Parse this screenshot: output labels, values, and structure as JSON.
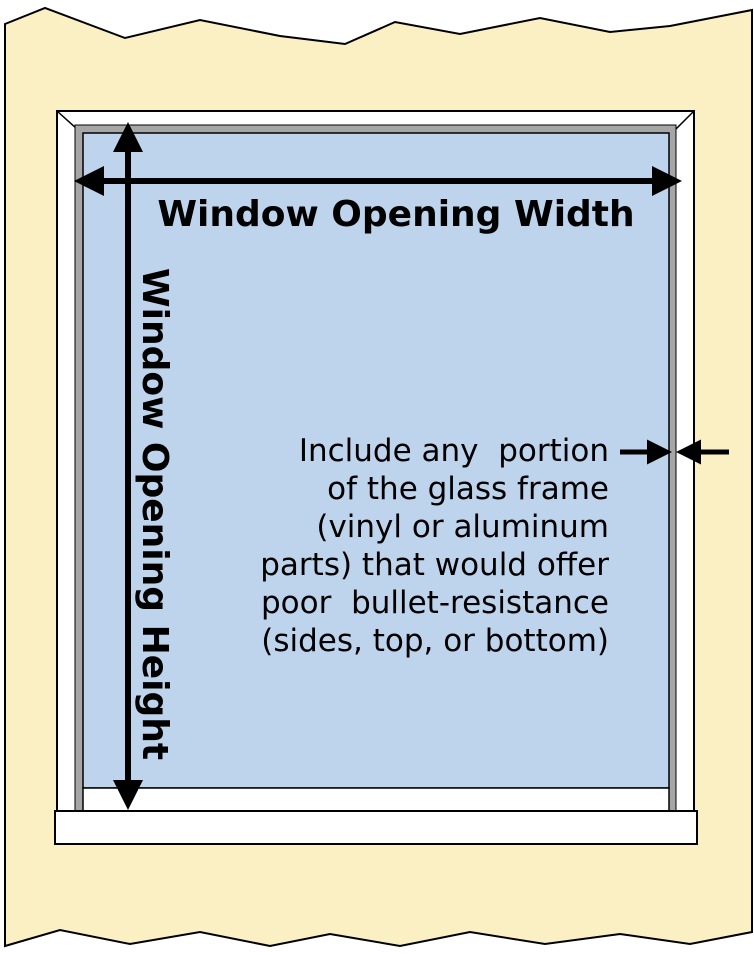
{
  "labels": {
    "width": "Window Opening Width",
    "height": "Window Opening Height",
    "note_lines": [
      "Include any  portion",
      "of the glass frame",
      "(vinyl or aluminum",
      "parts) that would offer",
      "poor  bullet-resistance",
      "(sides, top, or bottom)"
    ]
  },
  "colors": {
    "wall": "#fbefc4",
    "glass": "#bed4ec",
    "frame_gray": "#a6a6a6",
    "trim": "#ffffff",
    "outline": "#000000"
  }
}
